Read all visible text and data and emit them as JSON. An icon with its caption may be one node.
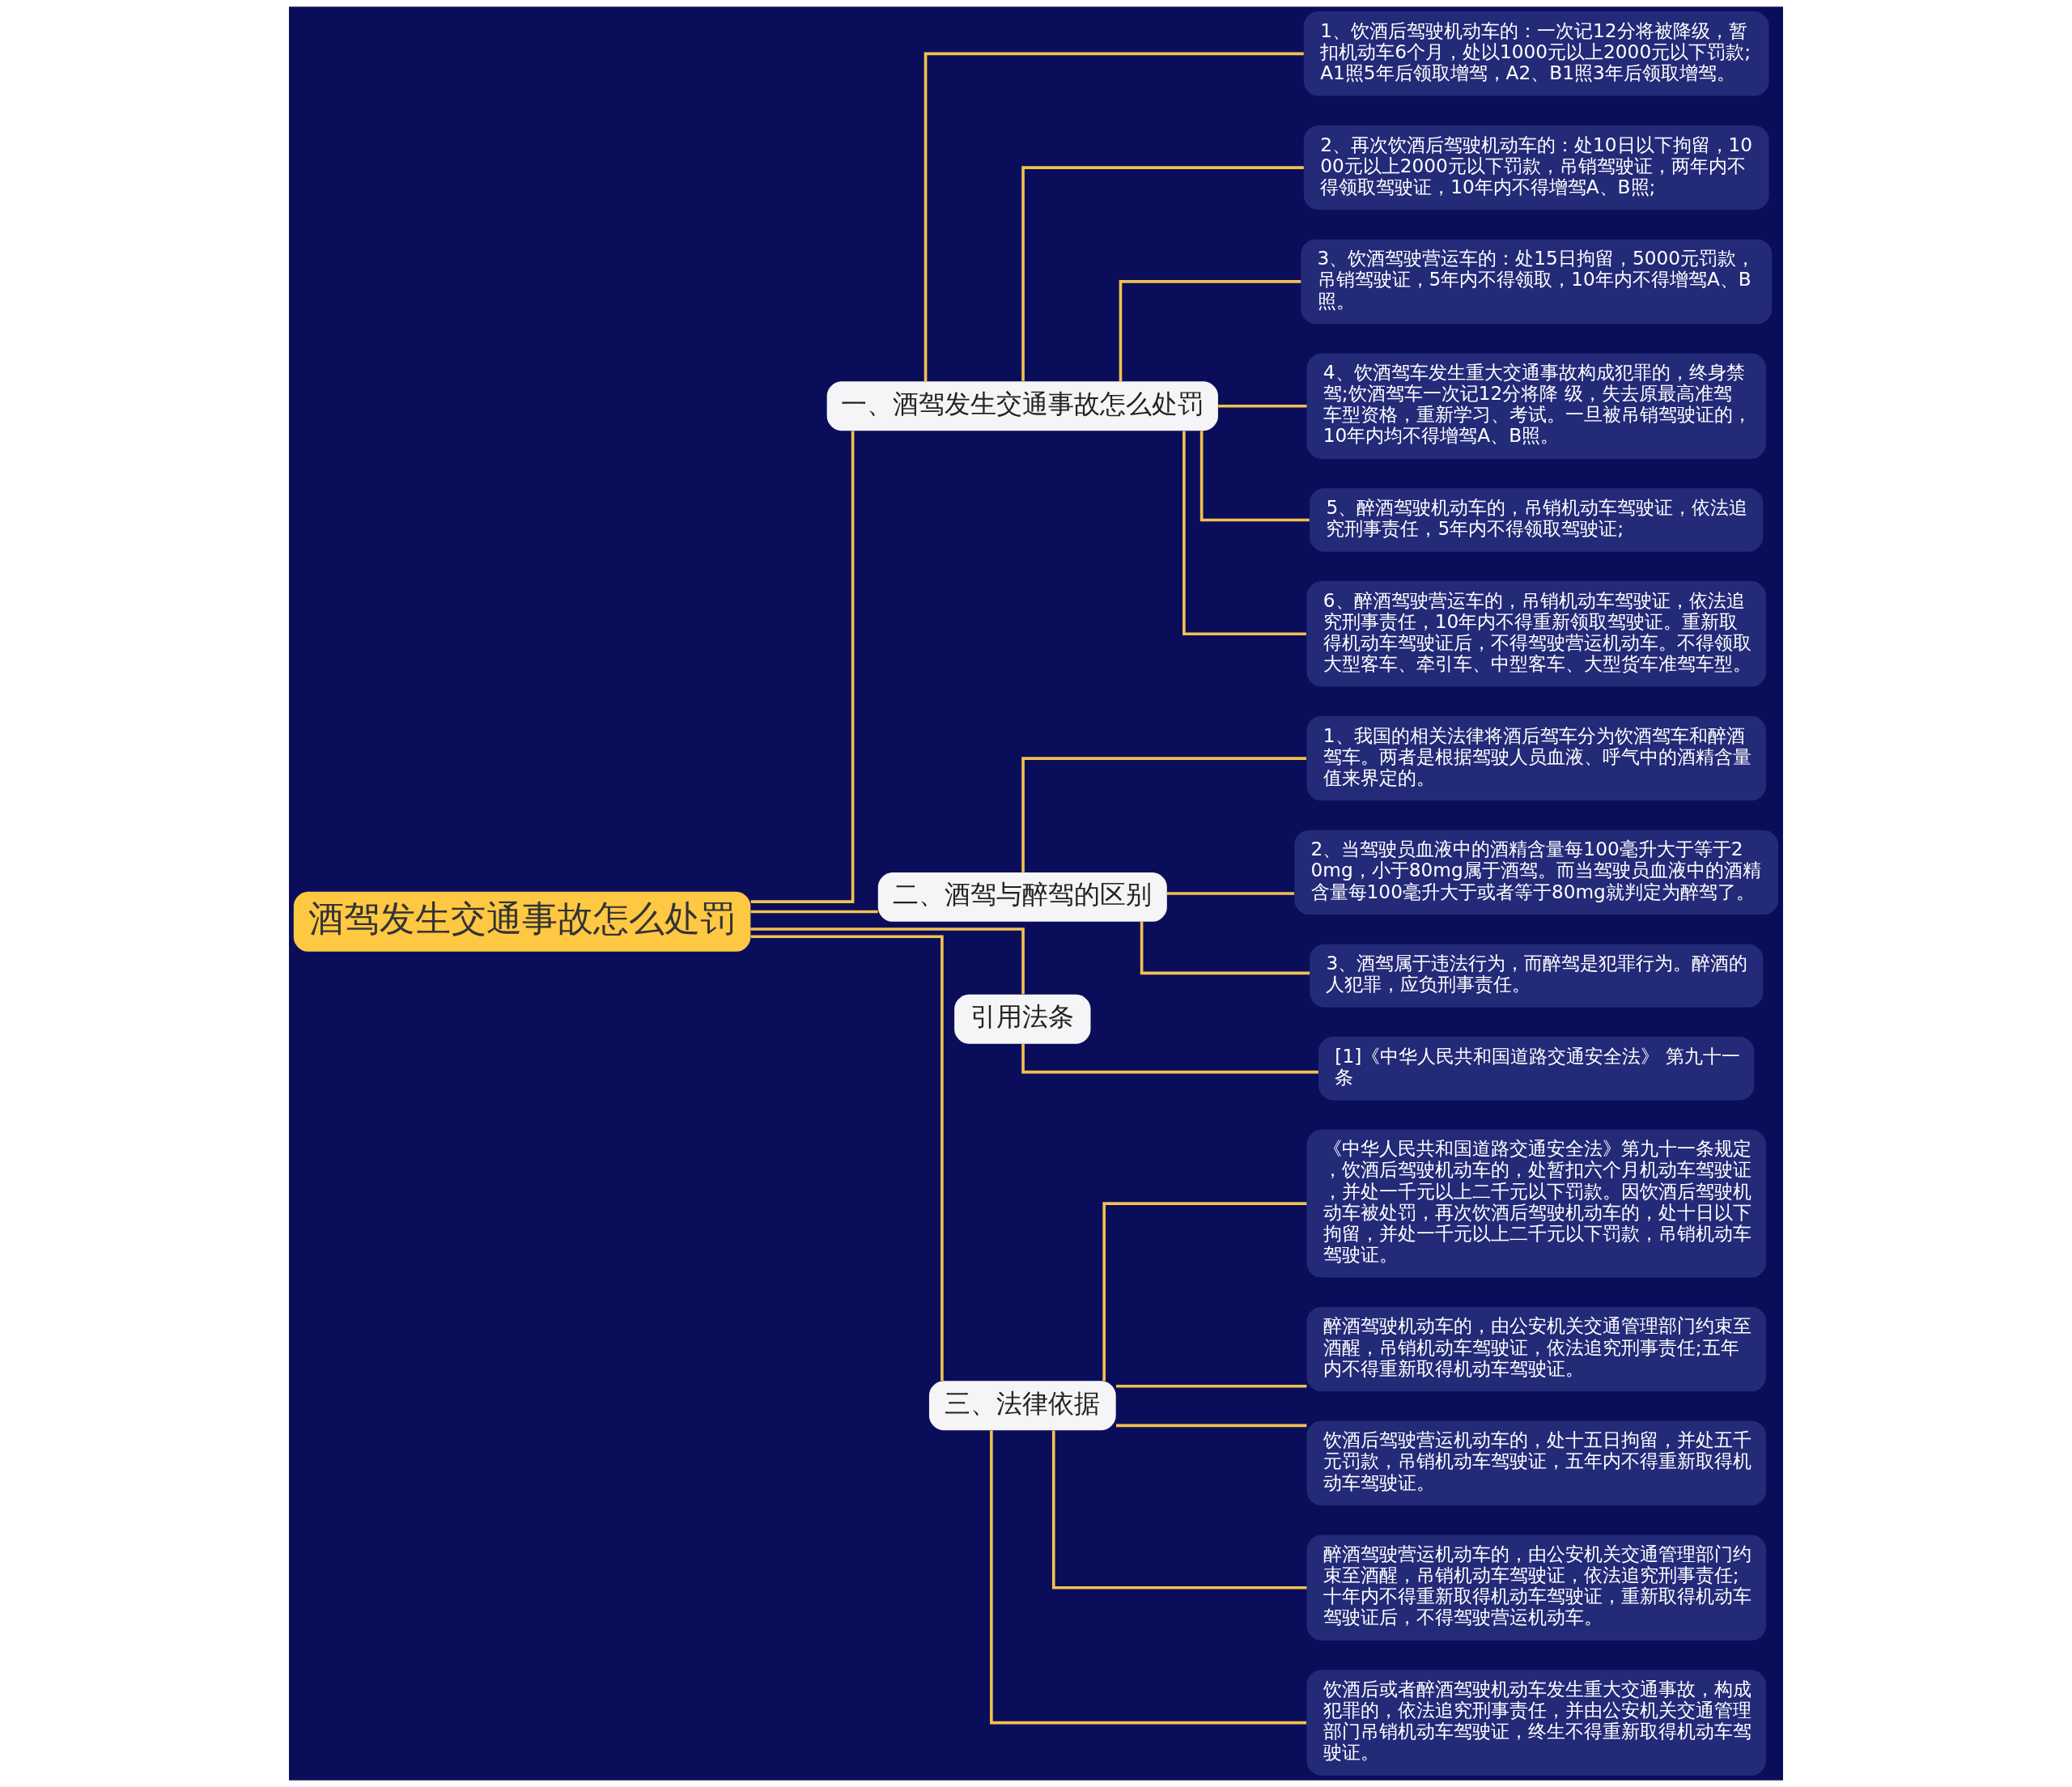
{
  "diagram": {
    "nodes": [
      {
        "text": [
          "酒驾发生交通事故怎么处罚"
        ]
      },
      {
        "text": [
          "一、酒驾发生交通事故怎么处罚"
        ]
      },
      {
        "text": [
          "1、饮酒后驾驶机动车的：一次记12分将被降级，暂扣机动车6个月，处以1000元以上2000元以下罚款;A1照5年后领取增驾，A2、B1照3年后领取增驾。"
        ]
      },
      {
        "text": [
          "2、再次饮酒后驾驶机动车的：处10日以下拘留，1000元以上2000元以下罚款，吊销驾驶证，两年内不得领取驾驶证，10年内不得增驾A、B照;"
        ]
      },
      {
        "text": [
          "3、饮酒驾驶营运车的：处15日拘留，5000元罚款，吊销驾驶证，5年内不得领取，10年内不得增驾A、B照。"
        ]
      },
      {
        "text": [
          "4、饮酒驾车发生重大交通事故构成犯罪的，终身禁驾;饮酒驾车一次记12分将降 级，失去原最高准驾车型资格，重新学习、考试。一旦被吊销驾驶证的，10年内均不得增驾A、B照。"
        ]
      },
      {
        "text": [
          "5、醉酒驾驶机动车的，吊销机动车驾驶证，依法追究刑事责任，5年内不得领取驾驶证;"
        ]
      },
      {
        "text": [
          "6、醉酒驾驶营运车的，吊销机动车驾驶证，依法追究刑事责任，10年内不得重新领取驾驶证。重新取得机动车驾驶证后，不得驾驶营运机动车。不得领取大型客车、牵引车、中型客车、大型货车准驾车型。"
        ]
      },
      {
        "text": [
          "二、酒驾与醉驾的区别"
        ]
      },
      {
        "text": [
          "1、我国的相关法律将酒后驾车分为饮酒驾车和醉酒驾车。两者是根据驾驶人员血液、呼气中的酒精含量值来界定的。"
        ]
      },
      {
        "text": [
          "2、当驾驶员血液中的酒精含量每100毫升大于等于20mg，小于80mg属于酒驾。而当驾驶员血液中的酒精含量每100毫升大于或者等于80mg就判定为醉驾了。"
        ]
      },
      {
        "text": [
          "3、酒驾属于违法行为，而醉驾是犯罪行为。醉酒的人犯罪，应负刑事责任。"
        ]
      },
      {
        "text": [
          "引用法条"
        ]
      },
      {
        "text": [
          "[1]《中华人民共和国道路交通安全法》 第九十一条"
        ]
      },
      {
        "text": [
          "三、法律依据"
        ]
      },
      {
        "text": [
          "《中华人民共和国道路交通安全法》第九十一条规定，饮酒后驾驶机动车的，处暂扣六个月机动车驾驶证，并处一千元以上二千元以下罚款。因饮酒后驾驶机动车被处罚，再次饮酒后驾驶机动车的，处十日以下拘留，并处一千元以上二千元以下罚款，吊销机动车驾驶证。"
        ]
      },
      {
        "text": [
          "醉酒驾驶机动车的，由公安机关交通管理部门约束至酒醒，吊销机动车驾驶证，依法追究刑事责任;五年内不得重新取得机动车驾驶证。"
        ]
      },
      {
        "text": [
          "饮酒后驾驶营运机动车的，处十五日拘留，并处五千元罚款，吊销机动车驾驶证，五年内不得重新取得机动车驾驶证。"
        ]
      },
      {
        "text": [
          "醉酒驾驶营运机动车的，由公安机关交通管理部门约束至酒醒，吊销机动车驾驶证，依法追究刑事责任;十年内不得重新取得机动车驾驶证，重新取得机动车驾驶证后，不得驾驶营运机动车。"
        ]
      },
      {
        "text": [
          "饮酒后或者醉酒驾驶机动车发生重大交通事故，构成犯罪的，依法追究刑事责任，并由公安机关交通管理部门吊销机动车驾驶证，终生不得重新取得机动车驾驶证。"
        ]
      }
    ],
    "edges": [
      {
        "from": 0,
        "to": 1,
        "arrow": "none"
      },
      {
        "from": 1,
        "to": 2,
        "arrow": "none"
      },
      {
        "from": 1,
        "to": 3,
        "arrow": "none"
      },
      {
        "from": 1,
        "to": 4,
        "arrow": "none"
      },
      {
        "from": 1,
        "to": 5,
        "arrow": "none"
      },
      {
        "from": 1,
        "to": 6,
        "arrow": "none"
      },
      {
        "from": 1,
        "to": 7,
        "arrow": "none"
      },
      {
        "from": 0,
        "to": 8,
        "arrow": "none"
      },
      {
        "from": 8,
        "to": 9,
        "arrow": "none"
      },
      {
        "from": 8,
        "to": 10,
        "arrow": "none"
      },
      {
        "from": 8,
        "to": 11,
        "arrow": "none"
      },
      {
        "from": 0,
        "to": 12,
        "arrow": "none"
      },
      {
        "from": 12,
        "to": 13,
        "arrow": "none"
      },
      {
        "from": 0,
        "to": 14,
        "arrow": "none"
      },
      {
        "from": 14,
        "to": 15,
        "arrow": "none"
      },
      {
        "from": 14,
        "to": 16,
        "arrow": "none"
      },
      {
        "from": 14,
        "to": 17,
        "arrow": "none"
      },
      {
        "from": 14,
        "to": 18,
        "arrow": "none"
      },
      {
        "from": 14,
        "to": 19,
        "arrow": "none"
      }
    ]
  }
}
